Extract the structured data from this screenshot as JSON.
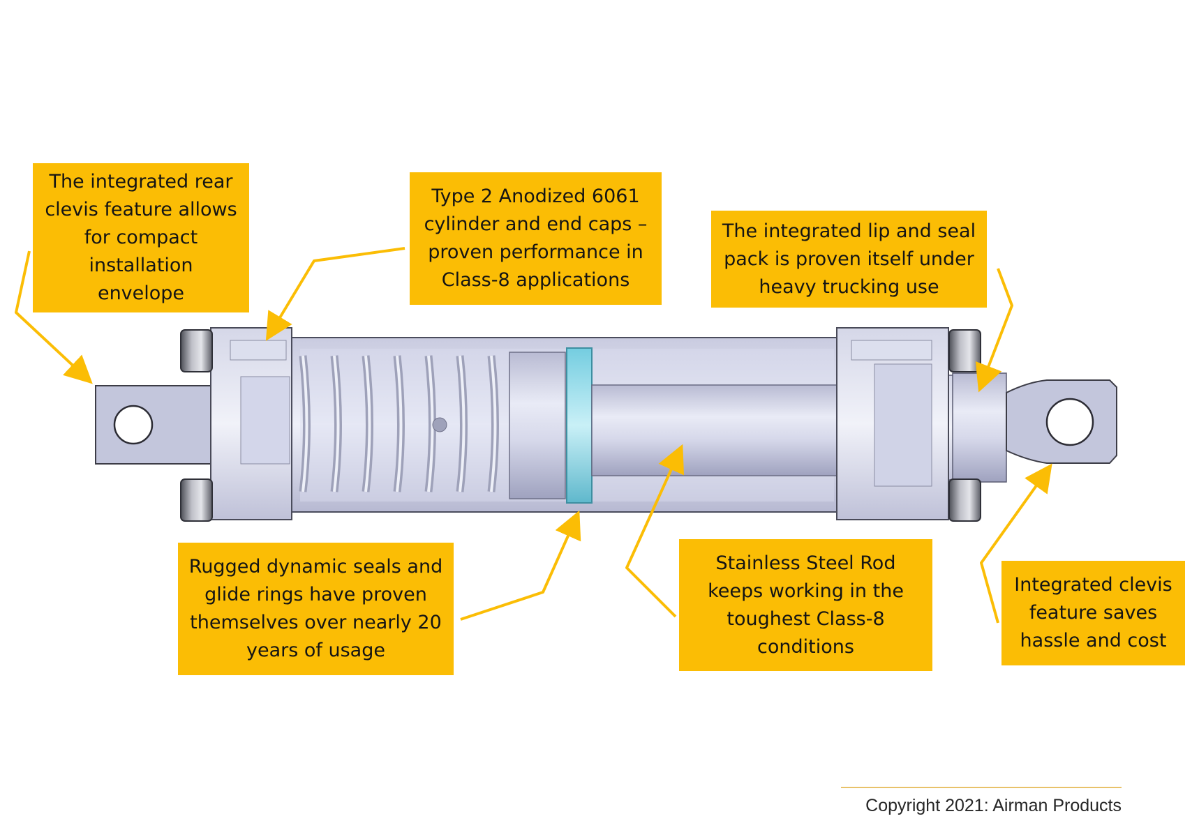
{
  "callouts": {
    "rear_clevis": "The integrated rear\nclevis feature allows\nfor compact\ninstallation\nenvelope",
    "anodized": "Type 2 Anodized 6061\ncylinder and end caps  –\nproven performance in\nClass-8 applications",
    "lip_seal": "The integrated lip and seal\npack is proven itself under\nheavy trucking use",
    "dynamic_seals": "Rugged dynamic seals and\nglide rings have proven\nthemselves over nearly 20\nyears of usage",
    "steel_rod": "Stainless Steel Rod\nkeeps working in the\ntoughest Class-8\nconditions",
    "front_clevis": "Integrated clevis\nfeature saves\nhassle and cost"
  },
  "footer": {
    "copyright": "Copyright 2021: Airman Products"
  },
  "colors": {
    "callout_bg": "#fbbd05",
    "arrow": "#fbbd05",
    "rule": "#e8c26a"
  }
}
